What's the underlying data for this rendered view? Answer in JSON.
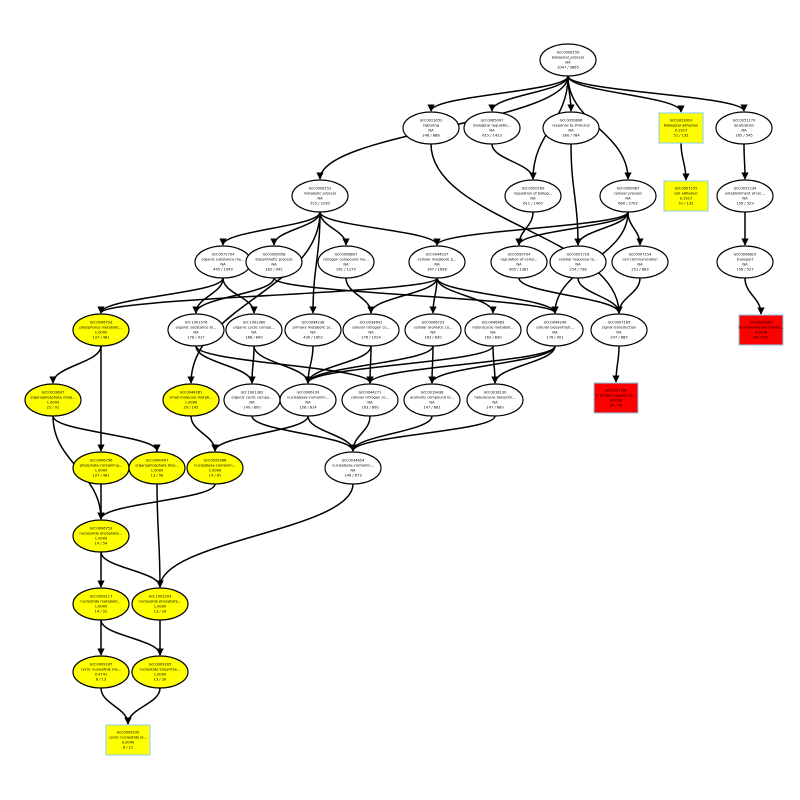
{
  "colors": {
    "plain": "#ffffff",
    "yellow": "#ffff00",
    "red": "#ff0000",
    "box_border": "#87ceeb",
    "stroke": "#000000"
  },
  "nodes": [
    {
      "id": "GO:0008150",
      "lines": [
        "GO:0008150",
        "biological_process",
        "NA",
        "1047 / 3865"
      ],
      "style": "plain",
      "shape": "ellipse"
    },
    {
      "id": "GO:0023052",
      "lines": [
        "GO:0023052",
        "signaling",
        "NA",
        "248 / 888"
      ],
      "style": "plain",
      "shape": "ellipse"
    },
    {
      "id": "GO:0065007",
      "lines": [
        "GO:0065007",
        "biological regulatio...",
        "NA",
        "615 / 1423"
      ],
      "style": "plain",
      "shape": "ellipse"
    },
    {
      "id": "GO:0050896",
      "lines": [
        "GO:0050896",
        "response to stimulus",
        "NA",
        "280 / 784"
      ],
      "style": "plain",
      "shape": "ellipse"
    },
    {
      "id": "GO:0022610",
      "lines": [
        "GO:0022610",
        "biological adhesion",
        "0.1917",
        "51 / 132"
      ],
      "style": "yellow",
      "shape": "box"
    },
    {
      "id": "GO:0051179",
      "lines": [
        "GO:0051179",
        "localization",
        "NA",
        "165 / 545"
      ],
      "style": "plain",
      "shape": "ellipse"
    },
    {
      "id": "GO:0008152",
      "lines": [
        "GO:0008152",
        "metabolic process",
        "NA",
        "515 / 2230"
      ],
      "style": "plain",
      "shape": "ellipse"
    },
    {
      "id": "GO:0050789",
      "lines": [
        "GO:0050789",
        "regulation of biolog...",
        "NA",
        "611 / 1400"
      ],
      "style": "plain",
      "shape": "ellipse"
    },
    {
      "id": "GO:0009987",
      "lines": [
        "GO:0009987",
        "cellular process",
        "NA",
        "680 / 2702"
      ],
      "style": "plain",
      "shape": "ellipse"
    },
    {
      "id": "GO:0007155",
      "lines": [
        "GO:0007155",
        "cell adhesion",
        "0.1917",
        "51 / 132"
      ],
      "style": "yellow",
      "shape": "box"
    },
    {
      "id": "GO:0051234",
      "lines": [
        "GO:0051234",
        "establishment of loc...",
        "NA",
        "158 / 529"
      ],
      "style": "plain",
      "shape": "ellipse"
    },
    {
      "id": "GO:0071704",
      "lines": [
        "GO:0071704",
        "organic substance me...",
        "NA",
        "445 / 1949"
      ],
      "style": "plain",
      "shape": "ellipse"
    },
    {
      "id": "GO:0009058",
      "lines": [
        "GO:0009058",
        "biosynthetic process",
        "NA",
        "182 / 942"
      ],
      "style": "plain",
      "shape": "ellipse"
    },
    {
      "id": "GO:0006807",
      "lines": [
        "GO:0006807",
        "nitrogen compound me...",
        "NA",
        "261 / 1179"
      ],
      "style": "plain",
      "shape": "ellipse"
    },
    {
      "id": "GO:0044237",
      "lines": [
        "GO:0044237",
        "cellular metabolic p...",
        "NA",
        "347 / 1698"
      ],
      "style": "plain",
      "shape": "ellipse"
    },
    {
      "id": "GO:0050794",
      "lines": [
        "GO:0050794",
        "regulation of cellul...",
        "NA",
        "605 / 1381"
      ],
      "style": "plain",
      "shape": "ellipse"
    },
    {
      "id": "GO:0051716",
      "lines": [
        "GO:0051716",
        "cellular response to...",
        "NA",
        "254 / 738"
      ],
      "style": "plain",
      "shape": "ellipse"
    },
    {
      "id": "GO:0007154",
      "lines": [
        "GO:0007154",
        "cell communication",
        "NA",
        "251 / 883"
      ],
      "style": "plain",
      "shape": "ellipse"
    },
    {
      "id": "GO:0006810",
      "lines": [
        "GO:0006810",
        "transport",
        "NA",
        "156 / 527"
      ],
      "style": "plain",
      "shape": "ellipse"
    },
    {
      "id": "GO:0006793",
      "lines": [
        "GO:0006793",
        "phosphorus metabolic...",
        "1.0000",
        "137 / 481"
      ],
      "style": "yellow",
      "shape": "ellipse"
    },
    {
      "id": "GO:1901576",
      "lines": [
        "GO:1901576",
        "organic substance bi...",
        "NA",
        "178 / 917"
      ],
      "style": "plain",
      "shape": "ellipse"
    },
    {
      "id": "GO:1901360",
      "lines": [
        "GO:1901360",
        "organic cyclic compo...",
        "NA",
        "166 / 840"
      ],
      "style": "plain",
      "shape": "ellipse"
    },
    {
      "id": "GO:0044238",
      "lines": [
        "GO:0044238",
        "primary metabolic pr...",
        "NA",
        "430 / 1802"
      ],
      "style": "plain",
      "shape": "ellipse"
    },
    {
      "id": "GO:0034641",
      "lines": [
        "GO:0034641",
        "cellular nitrogen co...",
        "NA",
        "178 / 1024"
      ],
      "style": "plain",
      "shape": "ellipse"
    },
    {
      "id": "GO:0006725",
      "lines": [
        "GO:0006725",
        "cellular aromatic co...",
        "NA",
        "163 / 830"
      ],
      "style": "plain",
      "shape": "ellipse"
    },
    {
      "id": "GO:0046483",
      "lines": [
        "GO:0046483",
        "heterocycle metaboli...",
        "NA",
        "162 / 830"
      ],
      "style": "plain",
      "shape": "ellipse"
    },
    {
      "id": "GO:0044249",
      "lines": [
        "GO:0044249",
        "cellular biosyntheti...",
        "NA",
        "176 / 901"
      ],
      "style": "plain",
      "shape": "ellipse"
    },
    {
      "id": "GO:0007165",
      "lines": [
        "GO:0007165",
        "signal transduction",
        "NA",
        "247 / 885"
      ],
      "style": "plain",
      "shape": "ellipse"
    },
    {
      "id": "GO:0055085",
      "lines": [
        "GO:0055085",
        "transmembrane transp...",
        "0.0058",
        "68 / 203"
      ],
      "style": "red",
      "shape": "box"
    },
    {
      "id": "GO:0019637",
      "lines": [
        "GO:0019637",
        "organophosphate meta...",
        "1.0000",
        "22 / 91"
      ],
      "style": "yellow",
      "shape": "ellipse"
    },
    {
      "id": "GO:0044281",
      "lines": [
        "GO:0044281",
        "small molecule metab...",
        "1.0000",
        "29 / 145"
      ],
      "style": "yellow",
      "shape": "ellipse"
    },
    {
      "id": "GO:1901362",
      "lines": [
        "GO:1901362",
        "organic cyclic compo...",
        "NA",
        "149 / 800"
      ],
      "style": "plain",
      "shape": "ellipse"
    },
    {
      "id": "GO:0006139",
      "lines": [
        "GO:0006139",
        "nucleobase-containin...",
        "NA",
        "158 / 814"
      ],
      "style": "plain",
      "shape": "ellipse"
    },
    {
      "id": "GO:0044271",
      "lines": [
        "GO:0044271",
        "cellular nitrogen co...",
        "NA",
        "163 / 800"
      ],
      "style": "plain",
      "shape": "ellipse"
    },
    {
      "id": "GO:0019438",
      "lines": [
        "GO:0019438",
        "aromatic compound bi...",
        "NA",
        "147 / 681"
      ],
      "style": "plain",
      "shape": "ellipse"
    },
    {
      "id": "GO:0018130",
      "lines": [
        "GO:0018130",
        "heterocycle biosynth...",
        "NA",
        "147 / 680"
      ],
      "style": "plain",
      "shape": "ellipse"
    },
    {
      "id": "GO:0007186",
      "lines": [
        "GO:0007186",
        "G protein-coupled re...",
        "0.0010",
        "20 / 39"
      ],
      "style": "red",
      "shape": "box"
    },
    {
      "id": "GO:0006796",
      "lines": [
        "GO:0006796",
        "phosphate-containing...",
        "1.0000",
        "137 / 481"
      ],
      "style": "yellow",
      "shape": "ellipse"
    },
    {
      "id": "GO:0090407",
      "lines": [
        "GO:0090407",
        "organophosphate bios...",
        "1.0000",
        "13 / 58"
      ],
      "style": "yellow",
      "shape": "ellipse"
    },
    {
      "id": "GO:0055086",
      "lines": [
        "GO:0055086",
        "nucleobase-containin...",
        "1.0000",
        "14 / 61"
      ],
      "style": "yellow",
      "shape": "ellipse"
    },
    {
      "id": "GO:0034654",
      "lines": [
        "GO:0034654",
        "nucleobase-containin...",
        "NA",
        "146 / 673"
      ],
      "style": "plain",
      "shape": "ellipse"
    },
    {
      "id": "GO:0006753",
      "lines": [
        "GO:0006753",
        "nucleoside phosphate...",
        "1.0000",
        "14 / 54"
      ],
      "style": "yellow",
      "shape": "ellipse"
    },
    {
      "id": "GO:0009117",
      "lines": [
        "GO:0009117",
        "nucleotide metabolic...",
        "1.0000",
        "14 / 52"
      ],
      "style": "yellow",
      "shape": "ellipse"
    },
    {
      "id": "GO:1901293",
      "lines": [
        "GO:1901293",
        "nucleoside phosphate...",
        "1.0000",
        "13 / 39"
      ],
      "style": "yellow",
      "shape": "ellipse"
    },
    {
      "id": "GO:0009187",
      "lines": [
        "GO:0009187",
        "cyclic nucleotide me...",
        "0.4741",
        "8 / 13"
      ],
      "style": "yellow",
      "shape": "ellipse"
    },
    {
      "id": "GO:0009165",
      "lines": [
        "GO:0009165",
        "nucleotide biosynthe...",
        "1.0000",
        "13 / 39"
      ],
      "style": "yellow",
      "shape": "ellipse"
    },
    {
      "id": "GO:0009190",
      "lines": [
        "GO:0009190",
        "cyclic nucleotide bi...",
        "0.2040",
        "8 / 12"
      ],
      "style": "yellow",
      "shape": "box"
    }
  ],
  "edges": [
    [
      "GO:0008150",
      "GO:0023052"
    ],
    [
      "GO:0008150",
      "GO:0065007"
    ],
    [
      "GO:0008150",
      "GO:0050896"
    ],
    [
      "GO:0008150",
      "GO:0022610"
    ],
    [
      "GO:0008150",
      "GO:0051179"
    ],
    [
      "GO:0008150",
      "GO:0008152"
    ],
    [
      "GO:0008150",
      "GO:0050789"
    ],
    [
      "GO:0008150",
      "GO:0009987"
    ],
    [
      "GO:0065007",
      "GO:0050789"
    ],
    [
      "GO:0022610",
      "GO:0007155"
    ],
    [
      "GO:0051179",
      "GO:0051234"
    ],
    [
      "GO:0008152",
      "GO:0071704"
    ],
    [
      "GO:0008152",
      "GO:0009058"
    ],
    [
      "GO:0008152",
      "GO:0006807"
    ],
    [
      "GO:0008152",
      "GO:0044237"
    ],
    [
      "GO:0008152",
      "GO:0044238"
    ],
    [
      "GO:0008152",
      "GO:0044281"
    ],
    [
      "GO:0050789",
      "GO:0050794"
    ],
    [
      "GO:0050896",
      "GO:0051716"
    ],
    [
      "GO:0009987",
      "GO:0044237"
    ],
    [
      "GO:0009987",
      "GO:0050794"
    ],
    [
      "GO:0009987",
      "GO:0051716"
    ],
    [
      "GO:0009987",
      "GO:0007154"
    ],
    [
      "GO:0009987",
      "GO:0044249"
    ],
    [
      "GO:0023052",
      "GO:0007165"
    ],
    [
      "GO:0051234",
      "GO:0006810"
    ],
    [
      "GO:0071704",
      "GO:0006793"
    ],
    [
      "GO:0071704",
      "GO:1901576"
    ],
    [
      "GO:0071704",
      "GO:1901360"
    ],
    [
      "GO:0009058",
      "GO:1901576"
    ],
    [
      "GO:0009058",
      "GO:0044249"
    ],
    [
      "GO:0006807",
      "GO:0034641"
    ],
    [
      "GO:0044237",
      "GO:0006793"
    ],
    [
      "GO:0044237",
      "GO:0034641"
    ],
    [
      "GO:0044237",
      "GO:0006725"
    ],
    [
      "GO:0044237",
      "GO:0046483"
    ],
    [
      "GO:0044237",
      "GO:0044249"
    ],
    [
      "GO:0050794",
      "GO:0007165"
    ],
    [
      "GO:0051716",
      "GO:0007165"
    ],
    [
      "GO:0007154",
      "GO:0007165"
    ],
    [
      "GO:0006810",
      "GO:0055085"
    ],
    [
      "GO:0006793",
      "GO:0019637"
    ],
    [
      "GO:0006793",
      "GO:0006796"
    ],
    [
      "GO:1901576",
      "GO:1901362"
    ],
    [
      "GO:1901576",
      "GO:0044271"
    ],
    [
      "GO:1901360",
      "GO:1901362"
    ],
    [
      "GO:1901360",
      "GO:0006139"
    ],
    [
      "GO:0044238",
      "GO:0006139"
    ],
    [
      "GO:0034641",
      "GO:0006139"
    ],
    [
      "GO:0034641",
      "GO:0044271"
    ],
    [
      "GO:0006725",
      "GO:0006139"
    ],
    [
      "GO:0006725",
      "GO:0019438"
    ],
    [
      "GO:0046483",
      "GO:0006139"
    ],
    [
      "GO:0046483",
      "GO:0018130"
    ],
    [
      "GO:0044249",
      "GO:0044271"
    ],
    [
      "GO:0044249",
      "GO:0019438"
    ],
    [
      "GO:0044249",
      "GO:0018130"
    ],
    [
      "GO:0007165",
      "GO:0007186"
    ],
    [
      "GO:0019637",
      "GO:0090407"
    ],
    [
      "GO:0019637",
      "GO:0006753"
    ],
    [
      "GO:0044281",
      "GO:0055086"
    ],
    [
      "GO:1901362",
      "GO:0034654"
    ],
    [
      "GO:0006139",
      "GO:0055086"
    ],
    [
      "GO:0006139",
      "GO:0034654"
    ],
    [
      "GO:0044271",
      "GO:0034654"
    ],
    [
      "GO:0019438",
      "GO:0034654"
    ],
    [
      "GO:0018130",
      "GO:0034654"
    ],
    [
      "GO:0006796",
      "GO:0006753"
    ],
    [
      "GO:0006796",
      "GO:0090407"
    ],
    [
      "GO:0090407",
      "GO:1901293"
    ],
    [
      "GO:0055086",
      "GO:0006753"
    ],
    [
      "GO:0034654",
      "GO:1901293"
    ],
    [
      "GO:0006753",
      "GO:0009117"
    ],
    [
      "GO:0006753",
      "GO:1901293"
    ],
    [
      "GO:0009117",
      "GO:0009187"
    ],
    [
      "GO:0009117",
      "GO:0009165"
    ],
    [
      "GO:1901293",
      "GO:0009165"
    ],
    [
      "GO:0009187",
      "GO:0009190"
    ],
    [
      "GO:0009165",
      "GO:0009190"
    ]
  ]
}
